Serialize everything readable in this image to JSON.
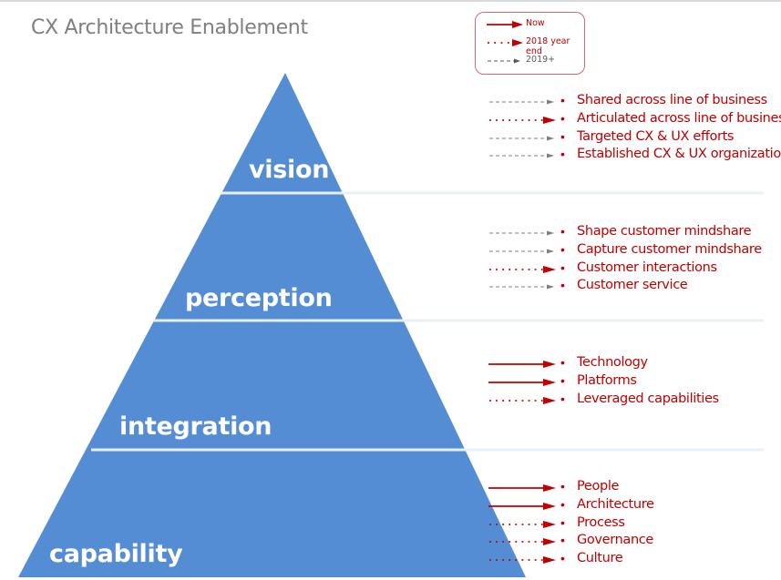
{
  "page": {
    "title": "CX Architecture Enablement"
  },
  "colors": {
    "pyramid_fill": "#548dd4",
    "separator": "#e8f0fa",
    "accent_red": "#c00000",
    "legend_gray": "#595959",
    "legend_border": "#d46a6a"
  },
  "legend": {
    "items": [
      {
        "style": "solid",
        "label": "Now"
      },
      {
        "style": "dotted",
        "label": "2018 year end"
      },
      {
        "style": "dashed",
        "label": "2019+"
      }
    ]
  },
  "tiers": [
    {
      "name": "vision",
      "bullets": [
        {
          "style": "dashed",
          "text": "Shared across line of business"
        },
        {
          "style": "dotted",
          "text": "Articulated across line of business"
        },
        {
          "style": "dashed",
          "text": "Targeted CX & UX efforts"
        },
        {
          "style": "dashed",
          "text": "Established CX & UX organization"
        }
      ]
    },
    {
      "name": "perception",
      "bullets": [
        {
          "style": "dashed",
          "text": "Shape customer mindshare"
        },
        {
          "style": "dashed",
          "text": "Capture customer mindshare"
        },
        {
          "style": "dotted",
          "text": "Customer interactions"
        },
        {
          "style": "dashed",
          "text": "Customer service"
        }
      ]
    },
    {
      "name": "integration",
      "bullets": [
        {
          "style": "solid",
          "text": "Technology"
        },
        {
          "style": "solid",
          "text": "Platforms"
        },
        {
          "style": "dotted",
          "text": "Leveraged capabilities"
        }
      ]
    },
    {
      "name": "capability",
      "bullets": [
        {
          "style": "solid",
          "text": "People"
        },
        {
          "style": "solid",
          "text": "Architecture"
        },
        {
          "style": "dotted",
          "text": "Process"
        },
        {
          "style": "dotted",
          "text": "Governance"
        },
        {
          "style": "dotted",
          "text": "Culture"
        }
      ]
    }
  ]
}
